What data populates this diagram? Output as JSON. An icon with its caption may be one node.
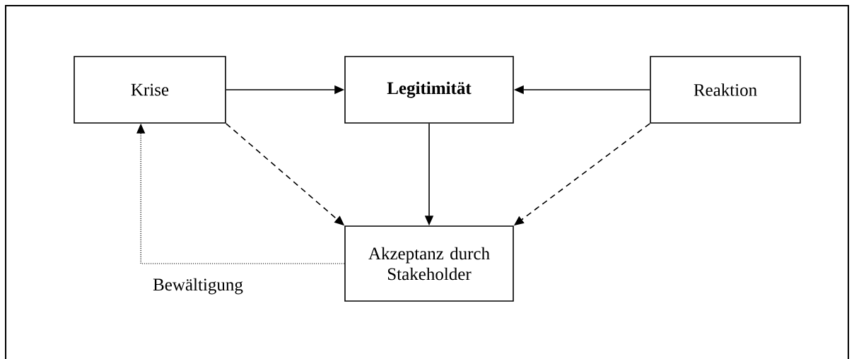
{
  "diagram": {
    "nodes": [
      {
        "text": [
          "Krise"
        ]
      },
      {
        "text": [
          "Legitimität"
        ]
      },
      {
        "text": [
          "Reaktion"
        ]
      },
      {
        "text": [
          "Akzeptanz durch Stakeholder"
        ]
      }
    ],
    "edges": [
      {
        "from": 0,
        "to": 1,
        "arrow": "to"
      },
      {
        "from": 2,
        "to": 1,
        "arrow": "to"
      },
      {
        "from": 1,
        "to": 3,
        "arrow": "to"
      },
      {
        "from": 0,
        "to": 3,
        "arrow": "to",
        "style": "dashed"
      },
      {
        "from": 2,
        "to": 3,
        "arrow": "to",
        "style": "dashed"
      },
      {
        "from": 3,
        "to": 0,
        "arrow": "to",
        "style": "dashed",
        "label": "Bewältigung"
      }
    ]
  }
}
